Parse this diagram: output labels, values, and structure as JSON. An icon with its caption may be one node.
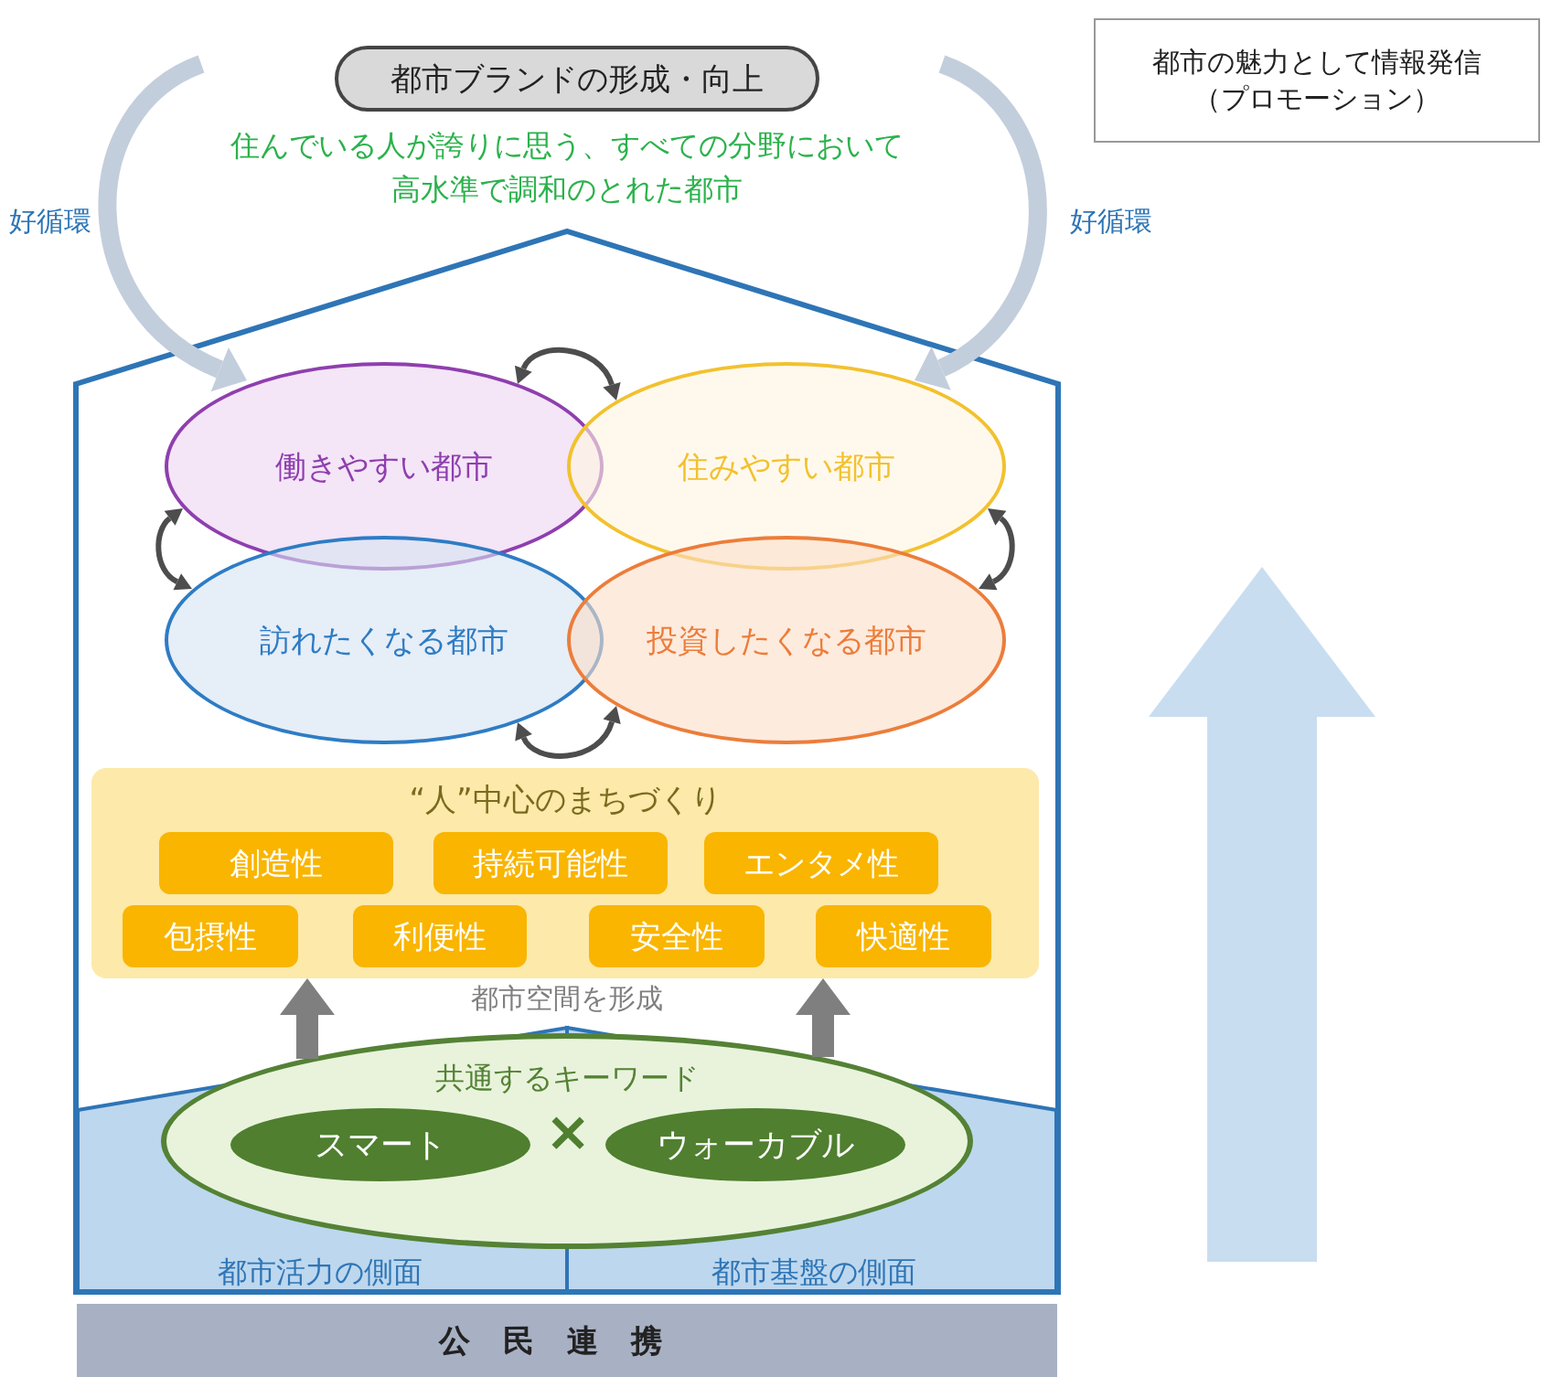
{
  "diagram": {
    "nodes": [
      {
        "text": [
          "都市ブランドの形成・向上"
        ]
      },
      {
        "text": [
          "都市の魅力として情報発信（プロモーション）"
        ]
      },
      {
        "text": [],
        "shape": "house"
      },
      {
        "text": [
          "働きやすい都市"
        ],
        "in": 2
      },
      {
        "text": [
          "住みやすい都市"
        ],
        "in": 2
      },
      {
        "text": [
          "訪れたくなる都市"
        ],
        "in": 2
      },
      {
        "text": [
          "投資したくなる都市"
        ],
        "in": 2
      },
      {
        "text": [
          "“人”中心のまちづくり"
        ],
        "in": 2
      },
      {
        "text": [
          "創造性"
        ],
        "in": 7
      },
      {
        "text": [
          "持続可能性"
        ],
        "in": 7
      },
      {
        "text": [
          "エンタメ性"
        ],
        "in": 7
      },
      {
        "text": [
          "包摂性"
        ],
        "in": 7
      },
      {
        "text": [
          "利便性"
        ],
        "in": 7
      },
      {
        "text": [
          "安全性"
        ],
        "in": 7
      },
      {
        "text": [
          "快適性"
        ],
        "in": 7
      },
      {
        "text": [
          "都市活力の側面"
        ],
        "in": 2
      },
      {
        "text": [
          "都市基盤の側面"
        ],
        "in": 2
      },
      {
        "text": [
          "共通するキーワード"
        ],
        "in": 2
      },
      {
        "text": [
          "スマート"
        ],
        "in": 17
      },
      {
        "text": [
          "ウォーカブル"
        ],
        "in": 17
      },
      {
        "text": [
          "公民連携"
        ]
      }
    ],
    "edges": [
      {
        "from": 3,
        "to": 4,
        "arrow": "both"
      },
      {
        "from": 3,
        "to": 5,
        "arrow": "both"
      },
      {
        "from": 4,
        "to": 6,
        "arrow": "both"
      },
      {
        "from": 5,
        "to": 6,
        "arrow": "both"
      },
      {
        "from": null,
        "to": 3,
        "arrow": "to",
        "label": "好循環",
        "style": "thick",
        "color": "#c3cedc"
      },
      {
        "from": null,
        "to": 4,
        "arrow": "to",
        "label": "好循環",
        "style": "thick",
        "color": "#c3cedc"
      },
      {
        "from": 17,
        "to": 7,
        "arrow": "to",
        "style": "thick",
        "color": "#7f7f7f"
      },
      {
        "from": 17,
        "to": 7,
        "arrow": "to",
        "style": "thick",
        "color": "#7f7f7f"
      }
    ],
    "labels": [
      "住んでいる人が誇りに思う、すべての分野において高水準で調和のとれた都市",
      "都市空間を形成",
      "×"
    ]
  }
}
